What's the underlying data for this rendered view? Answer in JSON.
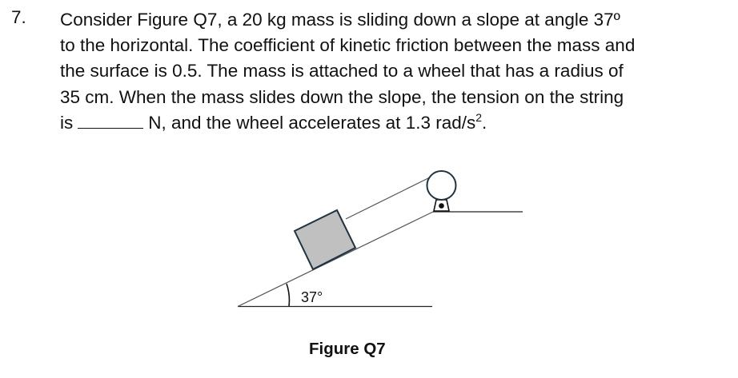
{
  "question": {
    "number": "7.",
    "lines": [
      "Consider Figure Q7, a 20 kg mass is sliding down a slope at angle 37º",
      "to the horizontal. The coefficient of kinetic friction between the mass and",
      "the surface is 0.5. The mass is attached to a wheel that has a radius of",
      "35 cm. When the mass slides down the slope, the tension on the string"
    ],
    "last_line_prefix": "is",
    "last_line_suffix": "N, and the wheel accelerates at 1.3 rad/s",
    "last_line_sup": "2",
    "last_line_end": "."
  },
  "figure": {
    "angle_label": "37°",
    "caption": "Figure Q7",
    "colors": {
      "line": "#444444",
      "block_fill": "#c0c0c0",
      "block_stroke": "#1f3442",
      "wheel_stroke": "#1f3442"
    }
  }
}
